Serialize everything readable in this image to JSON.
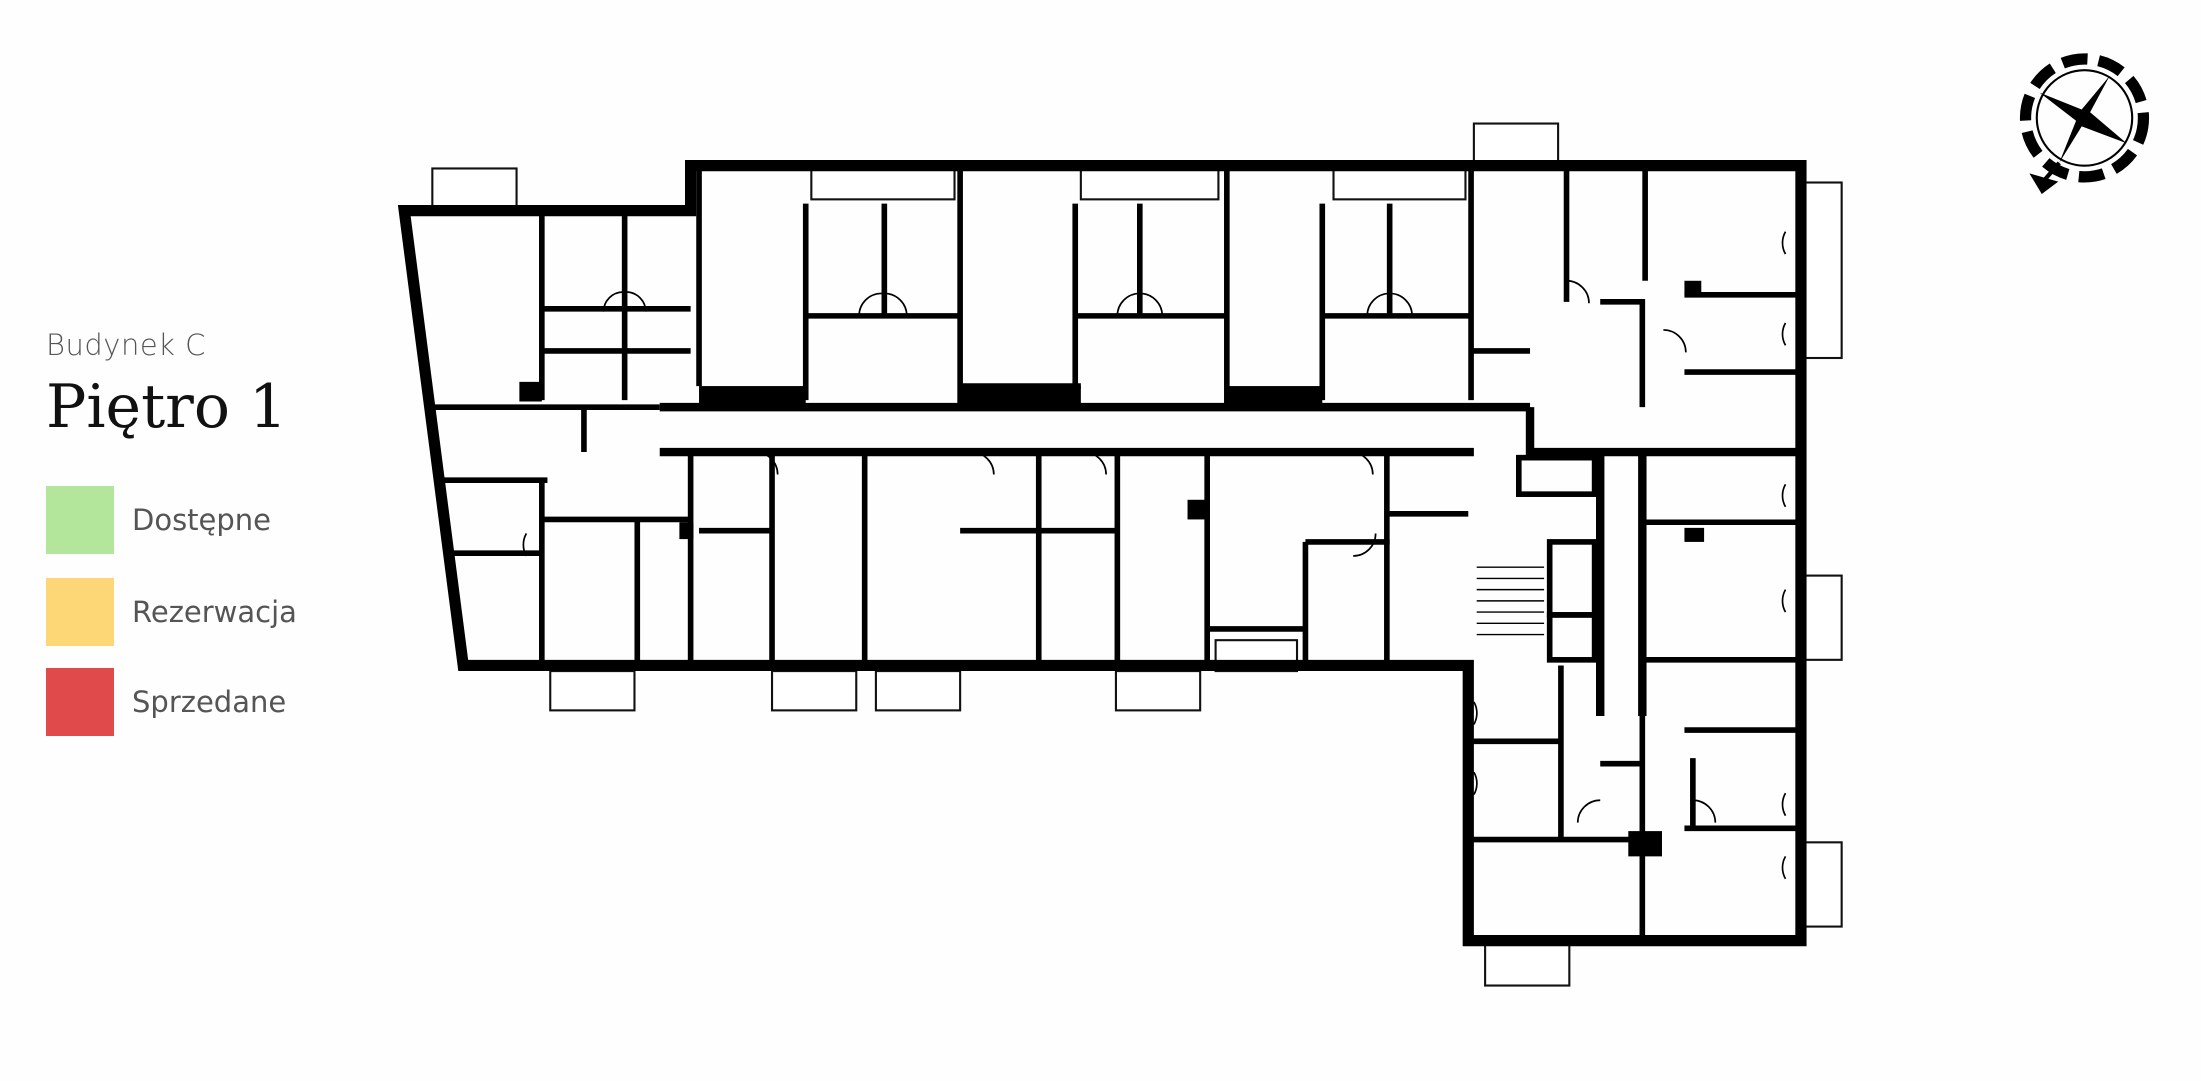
{
  "header": {
    "building": "Budynek C",
    "floor": "Piętro 1"
  },
  "legend": [
    {
      "label": "Dostępne",
      "color": "#b3e59b"
    },
    {
      "label": "Rezerwacja",
      "color": "#fdd775"
    },
    {
      "label": "Sprzedane",
      "color": "#e04a4b"
    }
  ],
  "compass": {
    "icon": "compass-north-arrow-icon"
  }
}
